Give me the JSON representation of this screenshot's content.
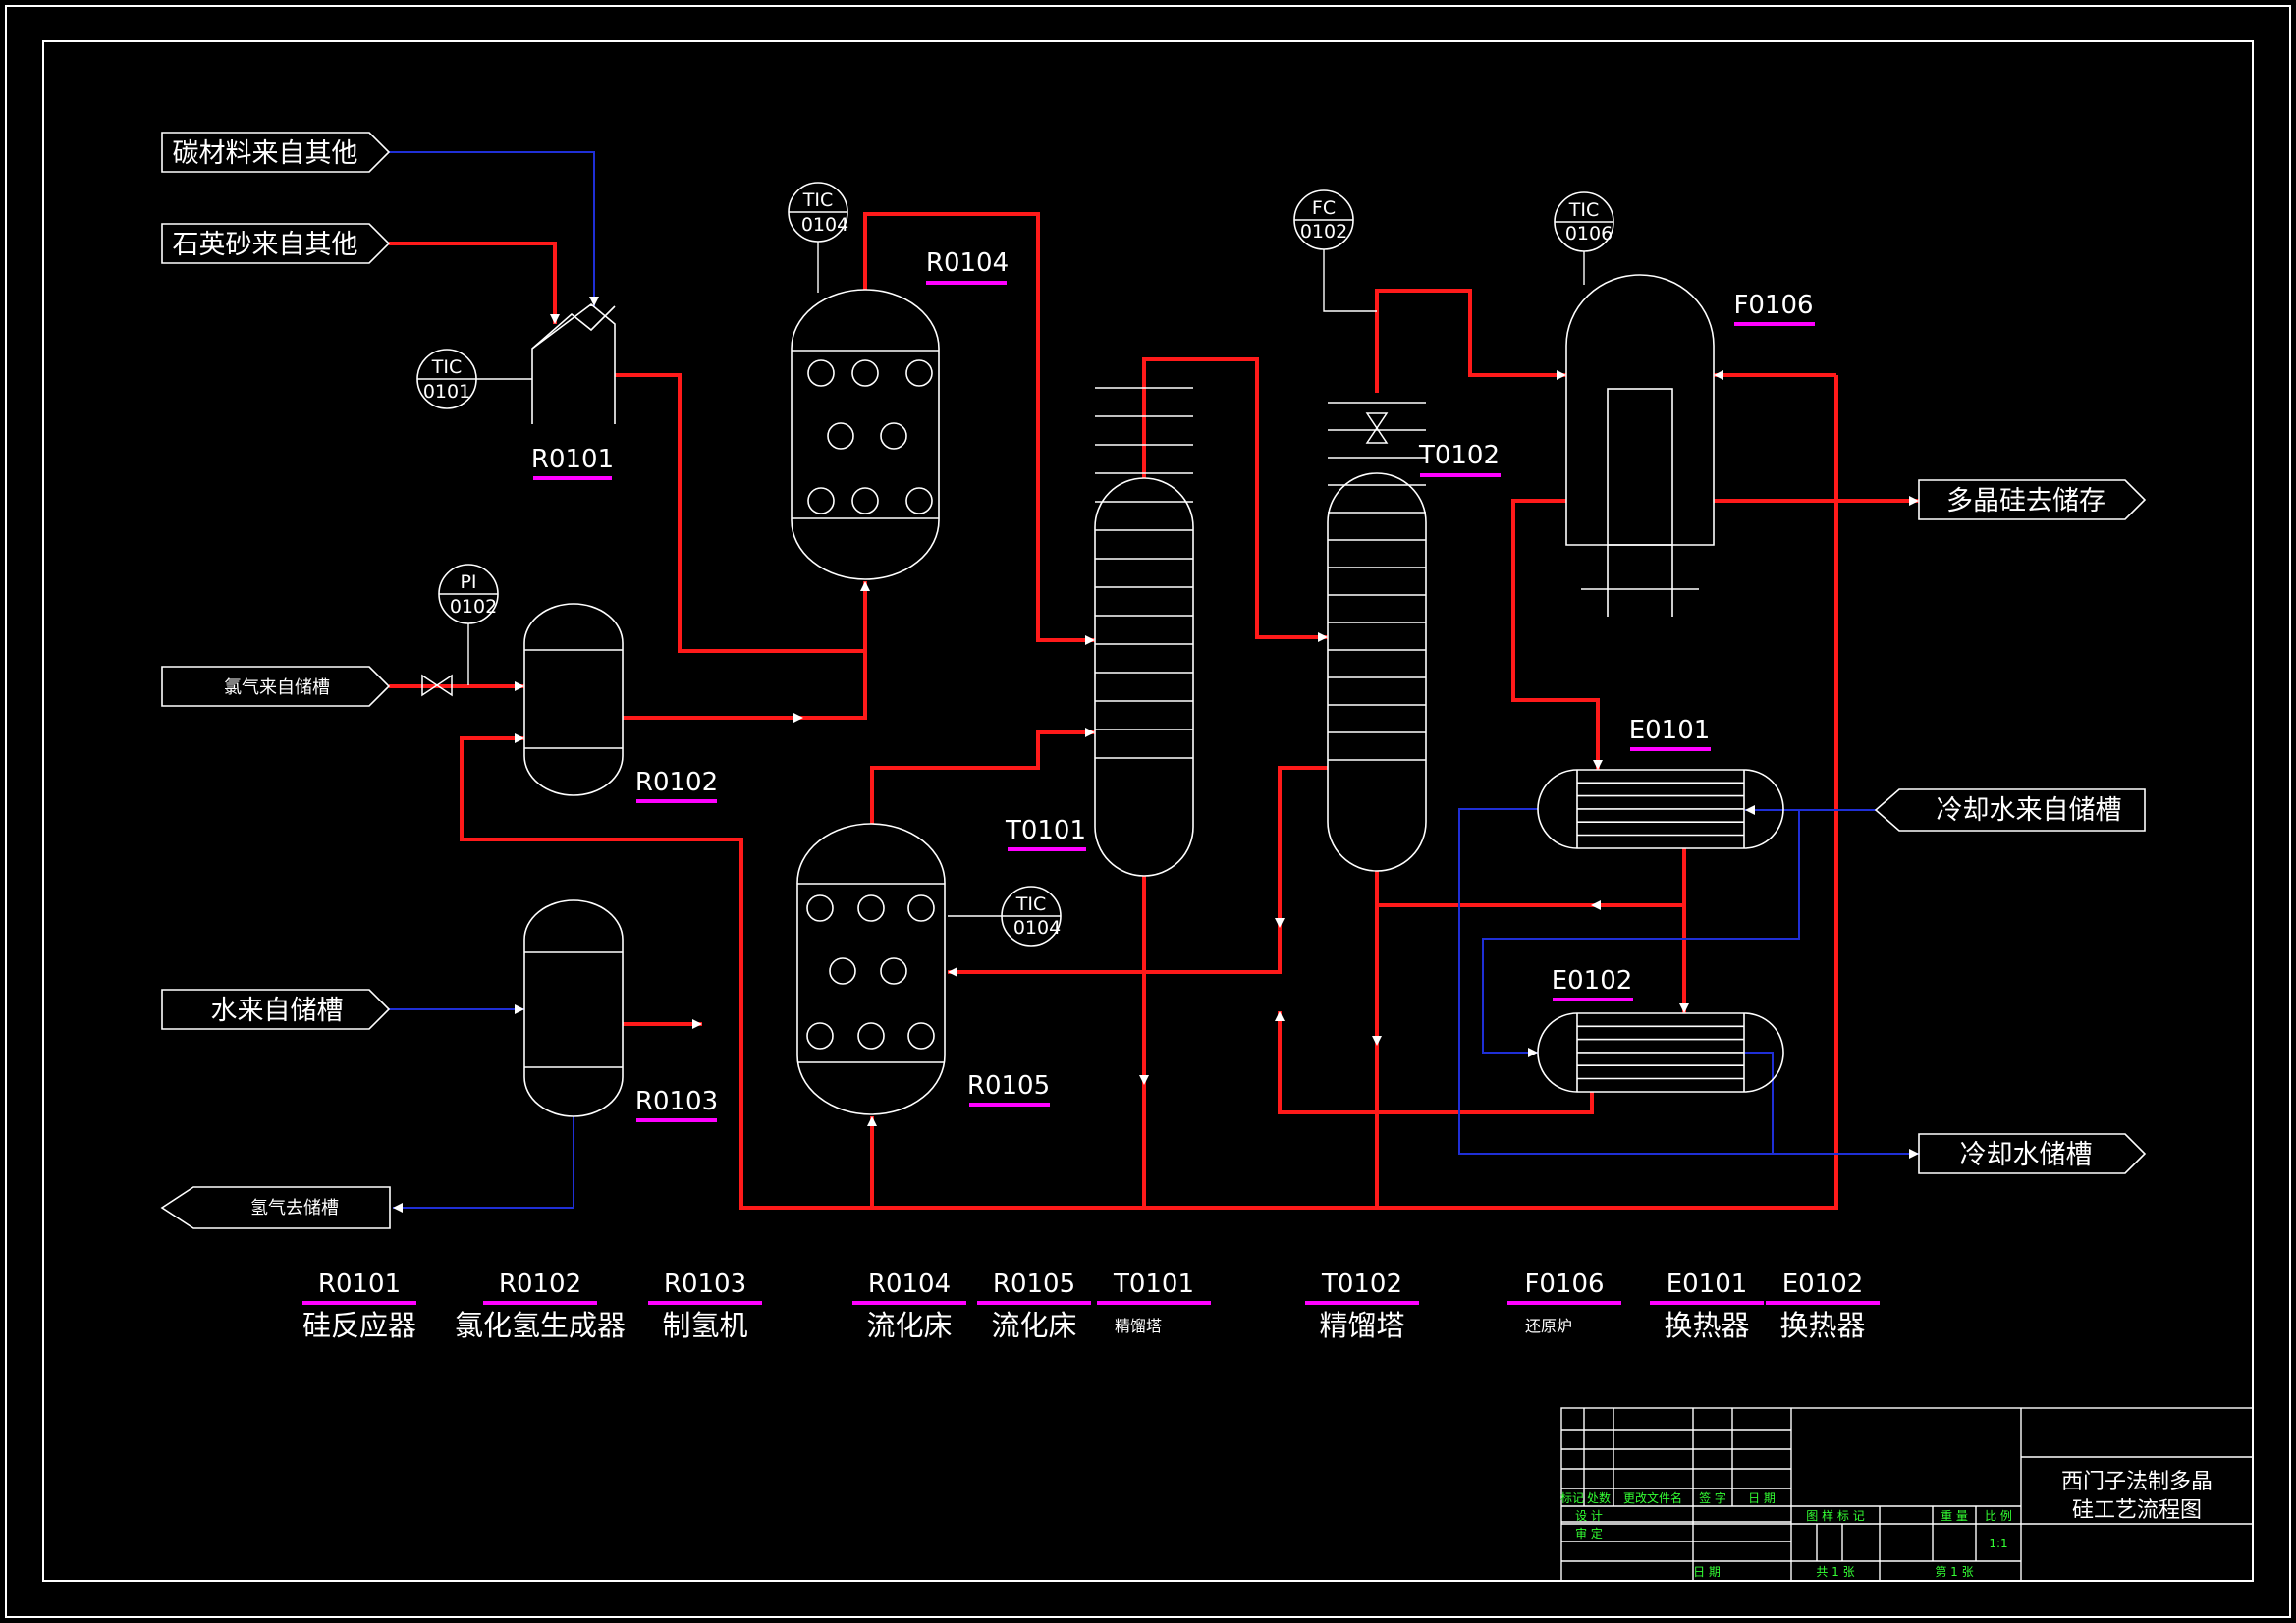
{
  "colors": {
    "background": "#000000",
    "line": "#ffffff",
    "process_pipe": "#ff1a1a",
    "water_pipe": "#1f2fd6",
    "underline": "#ff00ff",
    "table_text": "#33ff33"
  },
  "feeds": {
    "carbon": "碳材料来自其他",
    "quartz": "石英砂来自其他",
    "chlorine": "氯气来自储槽",
    "water": "水来自储槽",
    "hydrogen_out": "氢气去储槽",
    "poly_out": "多晶硅去储存",
    "cooling_in": "冷却水来自储槽",
    "cooling_out": "冷却水储槽"
  },
  "instruments": {
    "tic0101": {
      "type": "TIC",
      "num": "0101"
    },
    "tic0104a": {
      "type": "TIC",
      "num": "0104"
    },
    "pi0102": {
      "type": "PI",
      "num": "0102"
    },
    "tic0104b": {
      "type": "TIC",
      "num": "0104"
    },
    "fc0102": {
      "type": "FC",
      "num": "0102"
    },
    "tic0106": {
      "type": "TIC",
      "num": "0106"
    }
  },
  "tags": {
    "r0101": "R0101",
    "r0102": "R0102",
    "r0103": "R0103",
    "r0104": "R0104",
    "r0105": "R0105",
    "t0101": "T0101",
    "t0102": "T0102",
    "f0106": "F0106",
    "e0101": "E0101",
    "e0102": "E0102"
  },
  "legend": [
    {
      "tag": "R0101",
      "name": "硅反应器"
    },
    {
      "tag": "R0102",
      "name": "氯化氢生成器"
    },
    {
      "tag": "R0103",
      "name": "制氢机"
    },
    {
      "tag": "R0104",
      "name": "流化床"
    },
    {
      "tag": "R0105",
      "name": "流化床"
    },
    {
      "tag": "T0101",
      "name": "精馏塔"
    },
    {
      "tag": "T0102",
      "name": "精馏塔"
    },
    {
      "tag": "F0106",
      "name": "还原炉"
    },
    {
      "tag": "E0101",
      "name": "换热器"
    },
    {
      "tag": "E0102",
      "name": "换热器"
    }
  ],
  "title_block": {
    "title_line1": "西门子法制多晶",
    "title_line2": "硅工艺流程图",
    "rev_headers": [
      "标记",
      "处数",
      "更改文件名",
      "签 字",
      "日 期"
    ],
    "design": "设 计",
    "review": "审 定",
    "date": "日 期",
    "stage": "图 样 标 记",
    "weight": "重 量",
    "scale_label": "比 例",
    "scale": "1:1",
    "sheets_total": "共 1 张",
    "sheet_no": "第 1 张"
  }
}
